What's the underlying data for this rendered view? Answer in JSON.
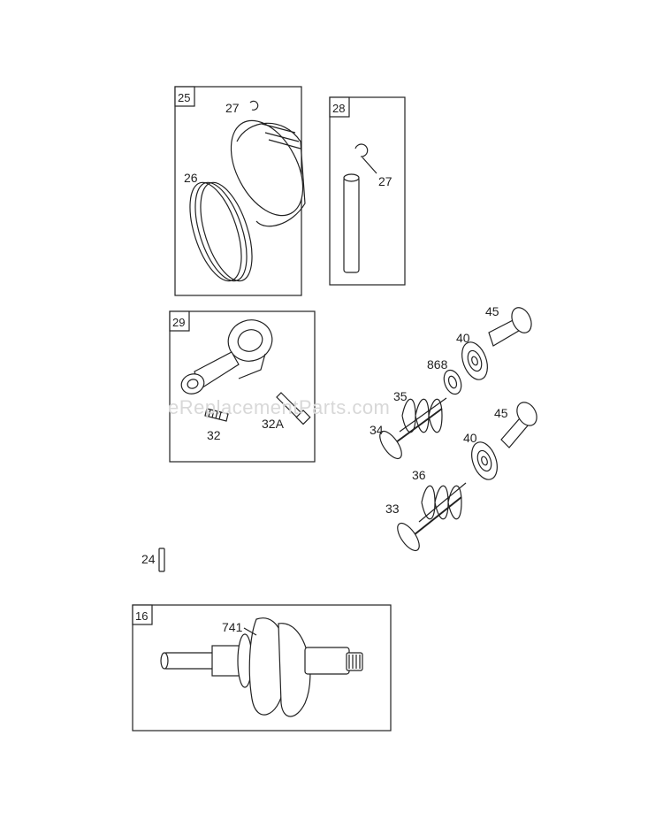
{
  "watermark": "eReplacementParts.com",
  "groups": [
    {
      "id": "25",
      "name": "group-box-25"
    },
    {
      "id": "28",
      "name": "group-box-28"
    },
    {
      "id": "29",
      "name": "group-box-29"
    },
    {
      "id": "16",
      "name": "group-box-16"
    }
  ],
  "callouts": {
    "p27a": "27",
    "p26": "26",
    "p27b": "27",
    "p32": "32",
    "p32a": "32A",
    "p45a": "45",
    "p40a": "40",
    "p868": "868",
    "p35": "35",
    "p34": "34",
    "p45b": "45",
    "p40b": "40",
    "p36": "36",
    "p33": "33",
    "p24": "24",
    "p741": "741"
  }
}
